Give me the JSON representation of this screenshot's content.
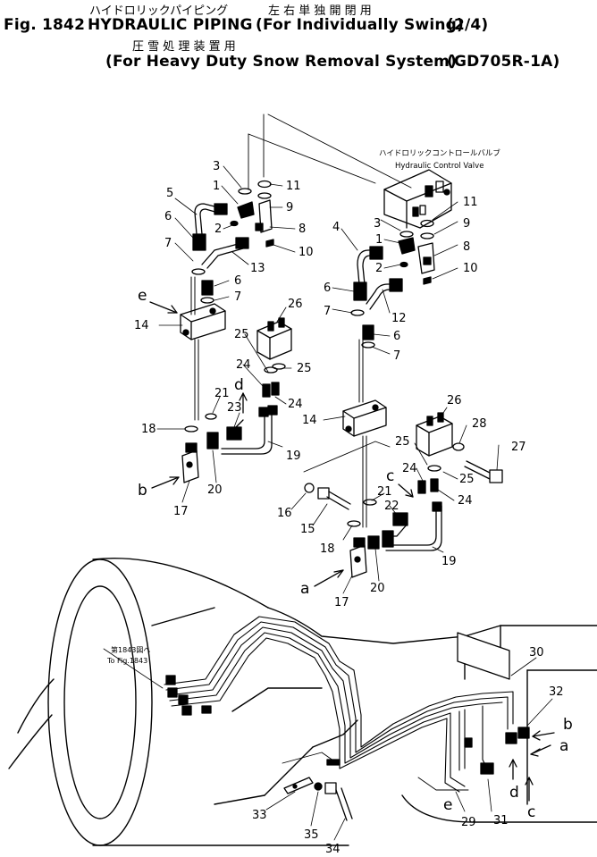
{
  "header": {
    "line1_jp": "ハイドロリックパイピング",
    "line1_jp_right": "左 右 単 独 開 閉 用",
    "fig_no": "Fig. 1842",
    "title": "HYDRAULIC PIPING",
    "subtitle": "(For Individually Swing)",
    "page": "(2/4)",
    "line3_jp": "圧 雪 処 理 装 置 用",
    "line4": "(For Heavy Duty Snow Removal System)",
    "model": "(GD705R-1A)"
  },
  "valve_label": {
    "jp": "ハイドロリックコントロールバルブ",
    "en": "Hydraulic Control Valve"
  },
  "ref_label": {
    "jp": "第1843図へ",
    "en": "To Fig.1843"
  },
  "callouts": [
    {
      "id": "c3a",
      "text": "3"
    },
    {
      "id": "c1a",
      "text": "1"
    },
    {
      "id": "c11a",
      "text": "11"
    },
    {
      "id": "c9a",
      "text": "9"
    },
    {
      "id": "c5",
      "text": "5"
    },
    {
      "id": "c6a",
      "text": "6"
    },
    {
      "id": "c2a",
      "text": "2"
    },
    {
      "id": "c8a",
      "text": "8"
    },
    {
      "id": "c7a",
      "text": "7"
    },
    {
      "id": "c10a",
      "text": "10"
    },
    {
      "id": "c13",
      "text": "13"
    },
    {
      "id": "c6b",
      "text": "6"
    },
    {
      "id": "c7b",
      "text": "7"
    },
    {
      "id": "c14a",
      "text": "14"
    },
    {
      "id": "c26a",
      "text": "26"
    },
    {
      "id": "c25a",
      "text": "25"
    },
    {
      "id": "c25b",
      "text": "25"
    },
    {
      "id": "c24a",
      "text": "24"
    },
    {
      "id": "c24b",
      "text": "24"
    },
    {
      "id": "c21a",
      "text": "21"
    },
    {
      "id": "c23",
      "text": "23"
    },
    {
      "id": "c18a",
      "text": "18"
    },
    {
      "id": "c19a",
      "text": "19"
    },
    {
      "id": "c20a",
      "text": "20"
    },
    {
      "id": "c17a",
      "text": "17"
    },
    {
      "id": "c14b",
      "text": "14"
    },
    {
      "id": "c3b",
      "text": "3"
    },
    {
      "id": "c11b",
      "text": "11"
    },
    {
      "id": "c9b",
      "text": "9"
    },
    {
      "id": "c4",
      "text": "4"
    },
    {
      "id": "c1b",
      "text": "1"
    },
    {
      "id": "c8b",
      "text": "8"
    },
    {
      "id": "c2b",
      "text": "2"
    },
    {
      "id": "c10b",
      "text": "10"
    },
    {
      "id": "c6c",
      "text": "6"
    },
    {
      "id": "c12",
      "text": "12"
    },
    {
      "id": "c7c",
      "text": "7"
    },
    {
      "id": "c6d",
      "text": "6"
    },
    {
      "id": "c7d",
      "text": "7"
    },
    {
      "id": "c26b",
      "text": "26"
    },
    {
      "id": "c28",
      "text": "28"
    },
    {
      "id": "c27",
      "text": "27"
    },
    {
      "id": "c25c",
      "text": "25"
    },
    {
      "id": "c24c",
      "text": "24"
    },
    {
      "id": "c25d",
      "text": "25"
    },
    {
      "id": "c24d",
      "text": "24"
    },
    {
      "id": "c22",
      "text": "22"
    },
    {
      "id": "c16",
      "text": "16"
    },
    {
      "id": "c21b",
      "text": "21"
    },
    {
      "id": "c15",
      "text": "15"
    },
    {
      "id": "c18b",
      "text": "18"
    },
    {
      "id": "c19b",
      "text": "19"
    },
    {
      "id": "c20b",
      "text": "20"
    },
    {
      "id": "c17b",
      "text": "17"
    },
    {
      "id": "c30",
      "text": "30"
    },
    {
      "id": "c32",
      "text": "32"
    },
    {
      "id": "c33",
      "text": "33"
    },
    {
      "id": "c35",
      "text": "35"
    },
    {
      "id": "c34",
      "text": "34"
    },
    {
      "id": "c29",
      "text": "29"
    },
    {
      "id": "c31",
      "text": "31"
    }
  ],
  "letters": [
    {
      "id": "le1",
      "text": "e"
    },
    {
      "id": "ld1",
      "text": "d"
    },
    {
      "id": "lb1",
      "text": "b"
    },
    {
      "id": "lc1",
      "text": "c"
    },
    {
      "id": "la1",
      "text": "a"
    },
    {
      "id": "lb2",
      "text": "b"
    },
    {
      "id": "la2",
      "text": "a"
    },
    {
      "id": "ld2",
      "text": "d"
    },
    {
      "id": "lc2",
      "text": "c"
    },
    {
      "id": "le2",
      "text": "e"
    }
  ]
}
